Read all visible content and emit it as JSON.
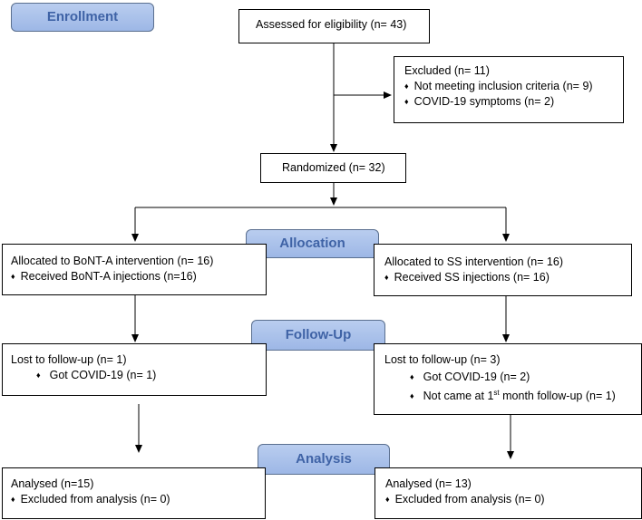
{
  "stages": {
    "enrollment": "Enrollment",
    "allocation": "Allocation",
    "follow_up": "Follow-Up",
    "analysis": "Analysis"
  },
  "bullet": "♦",
  "assessed": "Assessed for eligibility (n= 43)",
  "excluded": {
    "title": "Excluded (n= 11)",
    "items": [
      "Not meeting inclusion criteria (n= 9)",
      "COVID-19 symptoms (n= 2)"
    ]
  },
  "randomized": "Randomized (n= 32)",
  "left": {
    "allocation_title": "Allocated to BoNT-A intervention (n= 16)",
    "allocation_item": "Received BoNT-A injections (n=16)",
    "followup_title": "Lost to follow-up (n= 1)",
    "followup_items": [
      "Got COVID-19 (n= 1)"
    ],
    "analysis_title": "Analysed (n=15)",
    "analysis_item": "Excluded from analysis (n= 0)"
  },
  "right": {
    "allocation_title": "Allocated to SS intervention (n= 16)",
    "allocation_item": "Received SS injections (n= 16)",
    "followup_title": "Lost to follow-up (n= 3)",
    "followup_item_1": "Got COVID-19 (n= 2)",
    "followup_item_2_pre": "Not came at 1",
    "followup_item_2_sup": "st",
    "followup_item_2_post": " month follow-up (n= 1)",
    "analysis_title": "Analysed (n= 13)",
    "analysis_item": "Excluded from analysis (n= 0)"
  }
}
